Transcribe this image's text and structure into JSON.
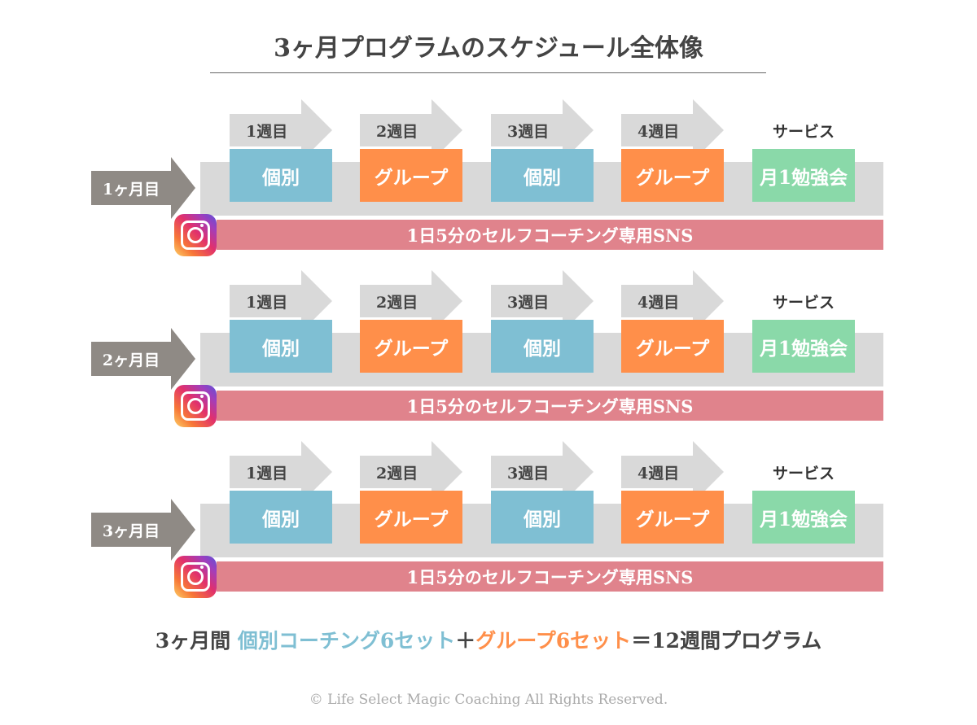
{
  "title": "3ヶ月プログラムのスケジュール全体像",
  "months": [
    {
      "label": "1ヶ月目",
      "weeks": [
        {
          "label": "1週目",
          "type": "個別"
        },
        {
          "label": "2週目",
          "type": "グループ"
        },
        {
          "label": "3週目",
          "type": "個別"
        },
        {
          "label": "4週目",
          "type": "グループ"
        }
      ],
      "service_label": "サービス",
      "service": "月1勉強会",
      "sns": "1日5分のセルフコーチング専用SNS"
    },
    {
      "label": "2ヶ月目",
      "weeks": [
        {
          "label": "1週目",
          "type": "個別"
        },
        {
          "label": "2週目",
          "type": "グループ"
        },
        {
          "label": "3週目",
          "type": "個別"
        },
        {
          "label": "4週目",
          "type": "グループ"
        }
      ],
      "service_label": "サービス",
      "service": "月1勉強会",
      "sns": "1日5分のセルフコーチング専用SNS"
    },
    {
      "label": "3ヶ月目",
      "weeks": [
        {
          "label": "1週目",
          "type": "個別"
        },
        {
          "label": "2週目",
          "type": "グループ"
        },
        {
          "label": "3週目",
          "type": "個別"
        },
        {
          "label": "4週目",
          "type": "グループ"
        }
      ],
      "service_label": "サービス",
      "service": "月1勉強会",
      "sns": "1日5分のセルフコーチング専用SNS"
    }
  ],
  "summary": {
    "part1": "3ヶ月間 ",
    "part2": "個別コーチング6セット",
    "part3": "＋",
    "part4": "グループ6セット",
    "part5": "＝12週間プログラム"
  },
  "copyright": "© Life Select Magic Coaching All Rights Reserved.",
  "colors": {
    "individual": "#7fbfd3",
    "group": "#ff8f4a",
    "service": "#8ad9a9",
    "sns": "#e0838c",
    "month": "#8f8a85",
    "band": "#d9d9d9"
  },
  "icons": {
    "sns": "instagram-icon"
  }
}
